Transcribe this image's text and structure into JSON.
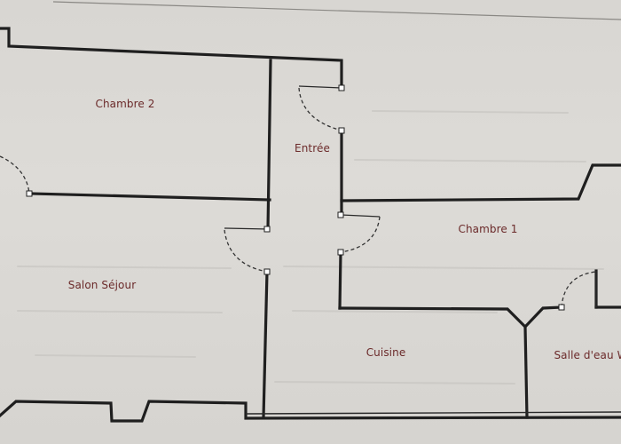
{
  "floor_plan": {
    "label_color": "#6b2a2a",
    "wall_color": "#1f1f1f",
    "paper_color": "#d9d7d3",
    "rooms": {
      "chambre_2": "Chambre 2",
      "entree": "Entrée",
      "chambre_1": "Chambre 1",
      "salon_sejour": "Salon Séjour",
      "cuisine": "Cuisine",
      "salle_deau": "Salle d'eau W"
    }
  }
}
